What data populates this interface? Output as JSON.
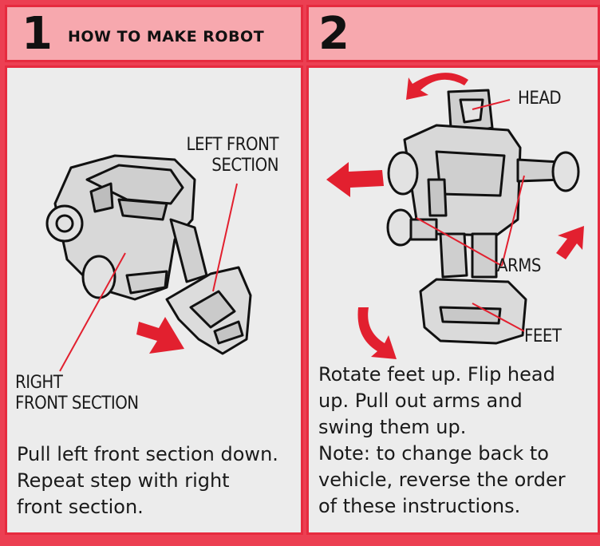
{
  "step1": {
    "number": "1",
    "title": "HOW TO MAKE ROBOT",
    "label_left_front": [
      "LEFT FRONT",
      "SECTION"
    ],
    "label_right_front": [
      "RIGHT",
      "FRONT SECTION"
    ],
    "instruction_lines": [
      "Pull left front section down.",
      "Repeat step with right",
      "front section."
    ]
  },
  "step2": {
    "number": "2",
    "label_head": "HEAD",
    "label_arms": "ARMS",
    "label_feet": "FEET",
    "instruction_lines": [
      "Rotate feet up. Flip head",
      "up. Pull out arms and",
      "swing them up.",
      "Note: to change back to",
      "vehicle, reverse the order",
      "of these instructions."
    ]
  },
  "colors": {
    "header_fill": "#f7a8ae",
    "border_red": "#e62b3f",
    "arrow_red": "#e2202f",
    "panel_fill": "#ececec"
  }
}
